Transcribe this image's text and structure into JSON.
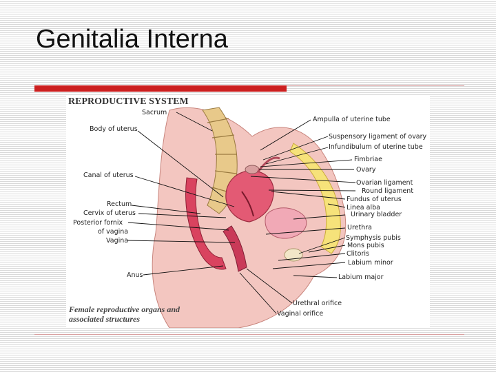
{
  "slide": {
    "title": "Genitalia Interna",
    "accent_color": "#cc1f1f",
    "rule_color": "#d9a0a0"
  },
  "figure": {
    "heading": "REPRODUCTIVE SYSTEM",
    "caption_line1": "Female reproductive organs and",
    "caption_line2": "associated structures",
    "labels": {
      "sacrum": "Sacrum",
      "body_of_uterus": "Body of uterus",
      "canal_of_uterus": "Canal of uterus",
      "rectum": "Rectum",
      "cervix_of_uterus": "Cervix of uterus",
      "posterior_fornix": "Posterior fornix",
      "of_vagina": "of vagina",
      "vagina": "Vagina",
      "anus": "Anus",
      "ampulla": "Ampulla of uterine tube",
      "suspensory_ligament": "Suspensory ligament of ovary",
      "infundibulum": "Infundibulum of uterine tube",
      "fimbriae": "Fimbriae",
      "ovary": "Ovary",
      "ovarian_ligament": "Ovarian ligament",
      "round_ligament": "Round ligament",
      "fundus_of_uterus": "Fundus of uterus",
      "linea_alba": "Linea alba",
      "urinary_bladder": "Urinary bladder",
      "urethra": "Urethra",
      "symphysis_pubis": "Symphysis pubis",
      "mons_pubis": "Mons pubis",
      "clitoris": "Clitoris",
      "labium_minor": "Labium minor",
      "labium_major": "Labium major",
      "urethral_orifice": "Urethral orifice",
      "vaginal_orifice": "Vaginal orifice"
    }
  }
}
